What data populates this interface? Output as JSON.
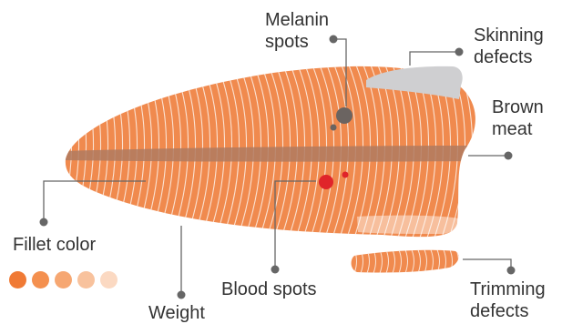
{
  "labels": {
    "melanin_spots": [
      "Melanin",
      "spots"
    ],
    "skinning_defects": [
      "Skinning",
      "defects"
    ],
    "brown_meat": [
      "Brown",
      "meat"
    ],
    "fillet_color": "Fillet color",
    "weight": "Weight",
    "blood_spots": "Blood spots",
    "trimming_defects": [
      "Trimming",
      "defects"
    ]
  },
  "color_scale": [
    "#f07a35",
    "#f4904f",
    "#f6a772",
    "#f8c29d",
    "#fbd9c2"
  ],
  "colors": {
    "fillet_flesh": "#f08a4e",
    "stripe": "#ffffff",
    "brown_meat_band": "#b07a60",
    "melanin_spot": "#6b6461",
    "blood_spot": "#e0242a",
    "skin_patch": "#cfcfd1",
    "leader_line": "#666666",
    "label_text": "#333333"
  }
}
